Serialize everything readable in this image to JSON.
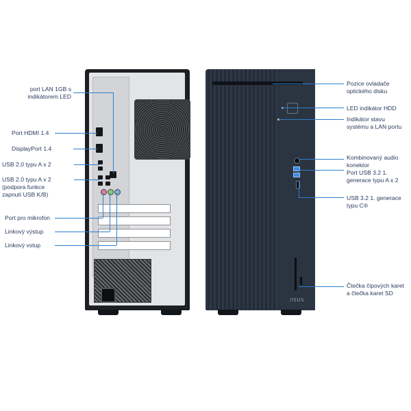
{
  "rear_labels": {
    "lan": "port LAN 1GB s\nindikátorem LED",
    "hdmi": "Port HDMI 1.4",
    "displayport": "DisplayPort 1.4",
    "usb2_a": "USB 2.0 typu A x 2",
    "usb2_b": "USB 2.0 typu A x 2\n(podpora funkce\nzapnutí USB K/B)",
    "mic": "Port pro mikrofon",
    "line_out": "Linkový výstup",
    "line_in": "Linkový vstup"
  },
  "front_labels": {
    "odd": "Pozice ovladače\noptického disku",
    "hdd_led": "LED indikátor HDD",
    "status": "Indikátor stavu\nsystému a LAN portu",
    "audio": "Kombinovaný audio\nkonektor",
    "usb32a": "Port USB 3.2 1.\ngenerace typu A x 2",
    "usb32c": "USB 3.2 1. generace\ntypu C®",
    "card": "Čtečka čipových karet\na čtečka karet SD"
  },
  "brand_logo": "/ISUS",
  "colors": {
    "accent": "#2b7fd0",
    "text": "#2a3a5c"
  }
}
